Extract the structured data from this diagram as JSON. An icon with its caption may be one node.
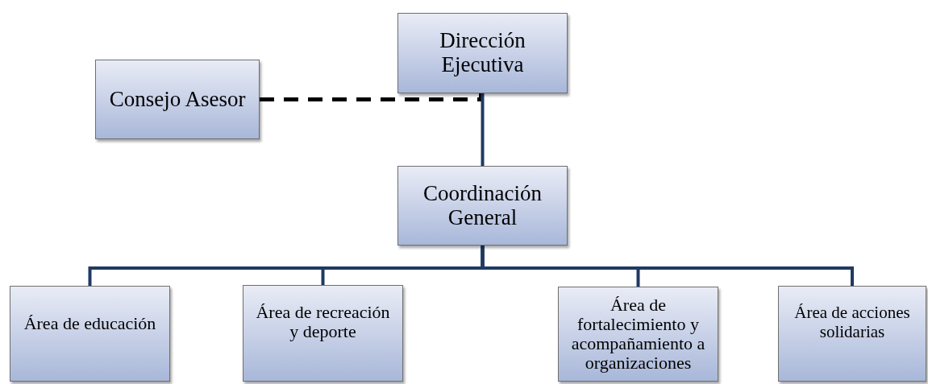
{
  "diagram": {
    "nodes": [
      {
        "text": [
          "Dirección Ejecutiva"
        ]
      },
      {
        "text": [
          "Consejo Asesor"
        ]
      },
      {
        "text": [
          "Coordinación General"
        ]
      },
      {
        "text": [
          "Área de educación"
        ]
      },
      {
        "text": [
          "Área de recreación y deporte"
        ]
      },
      {
        "text": [
          "Área de fortalecimiento y acompañamiento a organizaciones"
        ]
      },
      {
        "text": [
          "Área de acciones solidarias"
        ]
      }
    ],
    "edges": [
      {
        "from": 1,
        "to": 0,
        "arrow": "none",
        "style": "dashed",
        "color": "#000000"
      },
      {
        "from": 0,
        "to": 2,
        "arrow": "none"
      },
      {
        "from": 2,
        "to": 3,
        "arrow": "none"
      },
      {
        "from": 2,
        "to": 4,
        "arrow": "none"
      },
      {
        "from": 2,
        "to": 5,
        "arrow": "none"
      },
      {
        "from": 2,
        "to": 6,
        "arrow": "none"
      }
    ]
  }
}
